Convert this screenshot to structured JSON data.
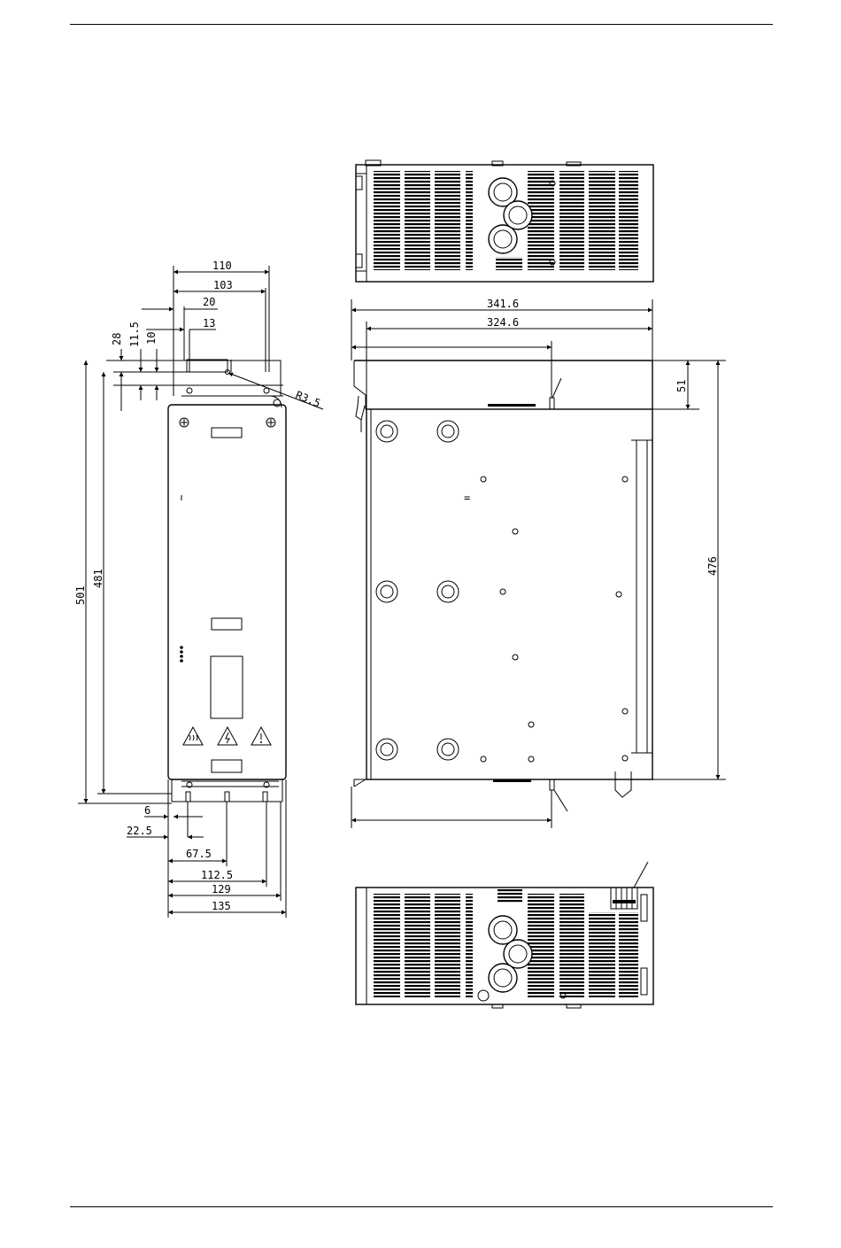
{
  "front_view": {
    "width_dims": [
      "110",
      "103",
      "20",
      "13"
    ],
    "vertical_dims": [
      "28",
      "11.5",
      "10"
    ],
    "height_dims": [
      "501",
      "481"
    ],
    "radius": "R3.5",
    "bottom_dims": [
      "6",
      "22.5",
      "67.5",
      "112.5",
      "129",
      "135"
    ]
  },
  "side_view": {
    "depth_dims": [
      "341.6",
      "324.6"
    ],
    "vertical_dims": [
      "51",
      "476"
    ],
    "handle_slot_text": "="
  }
}
